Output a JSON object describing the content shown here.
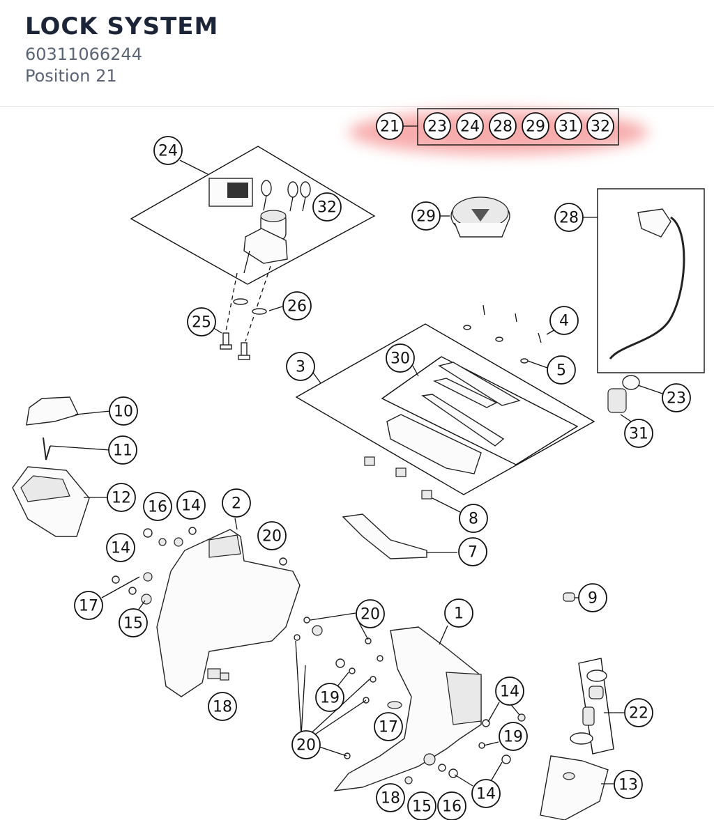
{
  "header": {
    "title": "LOCK SYSTEM",
    "part_number": "60311066244",
    "position": "Position 21"
  },
  "highlight": {
    "main_label": "21",
    "grouped_labels": [
      "23",
      "24",
      "28",
      "29",
      "31",
      "32"
    ],
    "color": "#f26b6b"
  },
  "callouts": [
    "1",
    "2",
    "3",
    "4",
    "5",
    "7",
    "8",
    "9",
    "10",
    "11",
    "12",
    "13",
    "14",
    "15",
    "16",
    "17",
    "18",
    "19",
    "20",
    "22",
    "23",
    "24",
    "25",
    "26",
    "28",
    "29",
    "30",
    "31",
    "32"
  ],
  "callout_icon": "circled-number"
}
